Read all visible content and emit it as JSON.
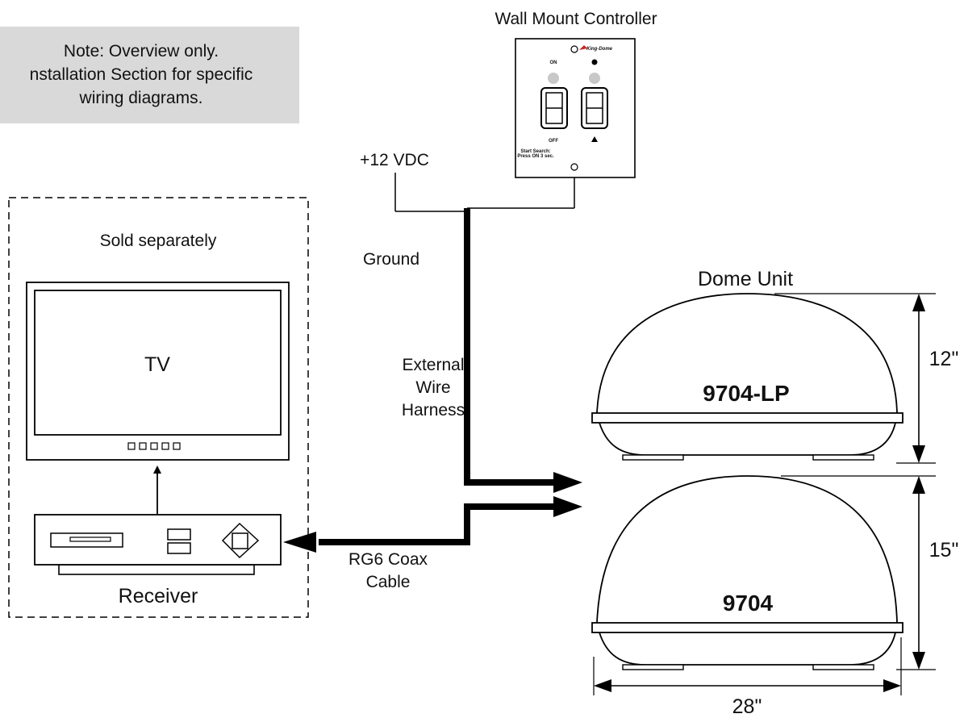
{
  "note": {
    "line1": "Note: Overview only.",
    "line2": "nstallation Section for specific",
    "line3": "wiring diagrams."
  },
  "controller": {
    "title": "Wall Mount Controller",
    "brand": "King-Dome",
    "switch_on": "ON",
    "switch_off": "OFF",
    "search_line1": "Start Search:",
    "search_line2": "Press ON 3 sec."
  },
  "power": {
    "supply": "+12 VDC",
    "ground": "Ground"
  },
  "separate": {
    "label": "Sold separately",
    "tv": "TV",
    "receiver": "Receiver"
  },
  "harness": {
    "line1": "External",
    "line2": "Wire",
    "line3": "Harness"
  },
  "coax": {
    "line1": "RG6 Coax",
    "line2": "Cable"
  },
  "dome": {
    "title": "Dome Unit",
    "model_lp": "9704-LP",
    "model_std": "9704",
    "height_lp": "12\"",
    "height_std": "15\"",
    "width": "28\""
  }
}
